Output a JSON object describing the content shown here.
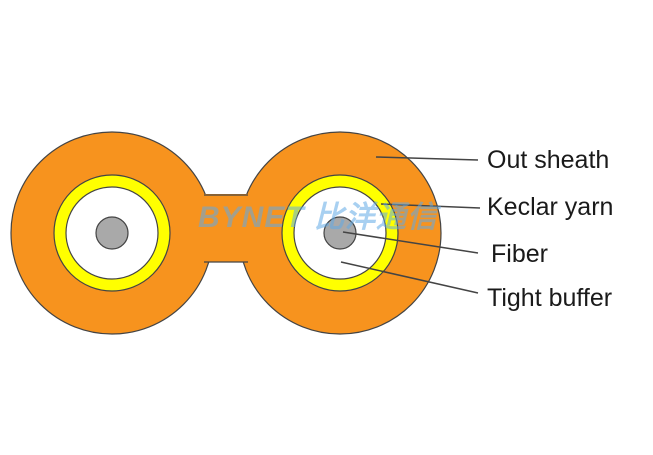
{
  "labels": {
    "out_sheath": "Out sheath",
    "kevlar_yarn": "Keclar yarn",
    "fiber": "Fiber",
    "tight_buffer": "Tight buffer"
  },
  "watermark": "BYNET 比洋通信",
  "colors": {
    "sheath": "#f7931e",
    "kevlar": "#ffff00",
    "buffer": "#ffffff",
    "fiber": "#a9a9a9",
    "outline": "#444444",
    "leader": "#444444"
  }
}
